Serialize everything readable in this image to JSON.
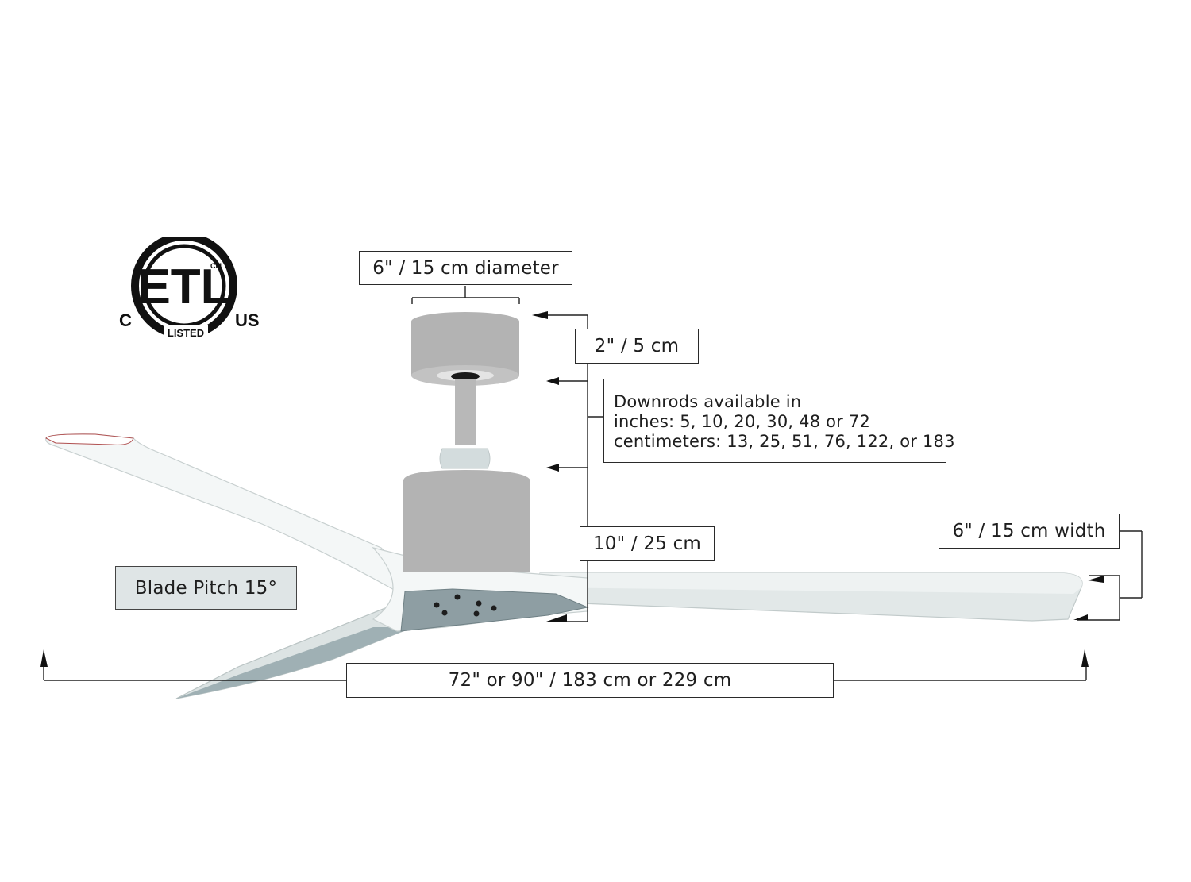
{
  "certification": {
    "logo_text": "ETL",
    "listed_text": "LISTED",
    "mark_text": "CM",
    "left_text": "C",
    "right_text": "US"
  },
  "labels": {
    "canopy_diameter": "6\" / 15 cm diameter",
    "canopy_height": "2\" / 5 cm",
    "downrods_title": "Downrods available in",
    "downrods_inches": "inches: 5, 10, 20, 30, 48 or 72",
    "downrods_centimeters": "centimeters: 13, 25, 51, 76, 122, or 183",
    "motor_height": "10\" / 25 cm",
    "blade_width": "6\" / 15 cm width",
    "blade_pitch": "Blade Pitch 15°",
    "fan_span": "72\" or 90\" / 183 cm or 229 cm"
  },
  "colors": {
    "motor_gray": "#b3b3b3",
    "hub_gray": "#8a9aa0",
    "blade_white": "#f4f7f7",
    "blade_shade": "#dde3e3",
    "line": "#222222"
  }
}
